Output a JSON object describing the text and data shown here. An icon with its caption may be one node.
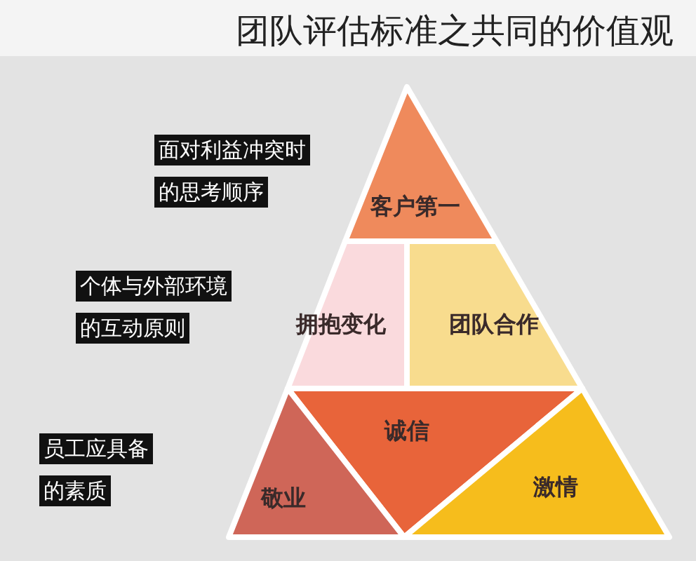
{
  "diagram": {
    "title": "团队评估标准之共同的价值观",
    "nodes": [
      {
        "text": [
          "面对利益冲突时的思考顺序"
        ]
      },
      {
        "text": [
          "个体与外部环境的互动原则"
        ]
      },
      {
        "text": [
          "员工应具备的素质"
        ]
      },
      {
        "text": [
          "客户第一"
        ]
      },
      {
        "text": [
          "拥抱变化"
        ]
      },
      {
        "text": [
          "团队合作"
        ]
      },
      {
        "text": [
          "诚信"
        ]
      },
      {
        "text": [
          "敬业"
        ]
      },
      {
        "text": [
          "激情"
        ]
      }
    ],
    "edges": []
  }
}
